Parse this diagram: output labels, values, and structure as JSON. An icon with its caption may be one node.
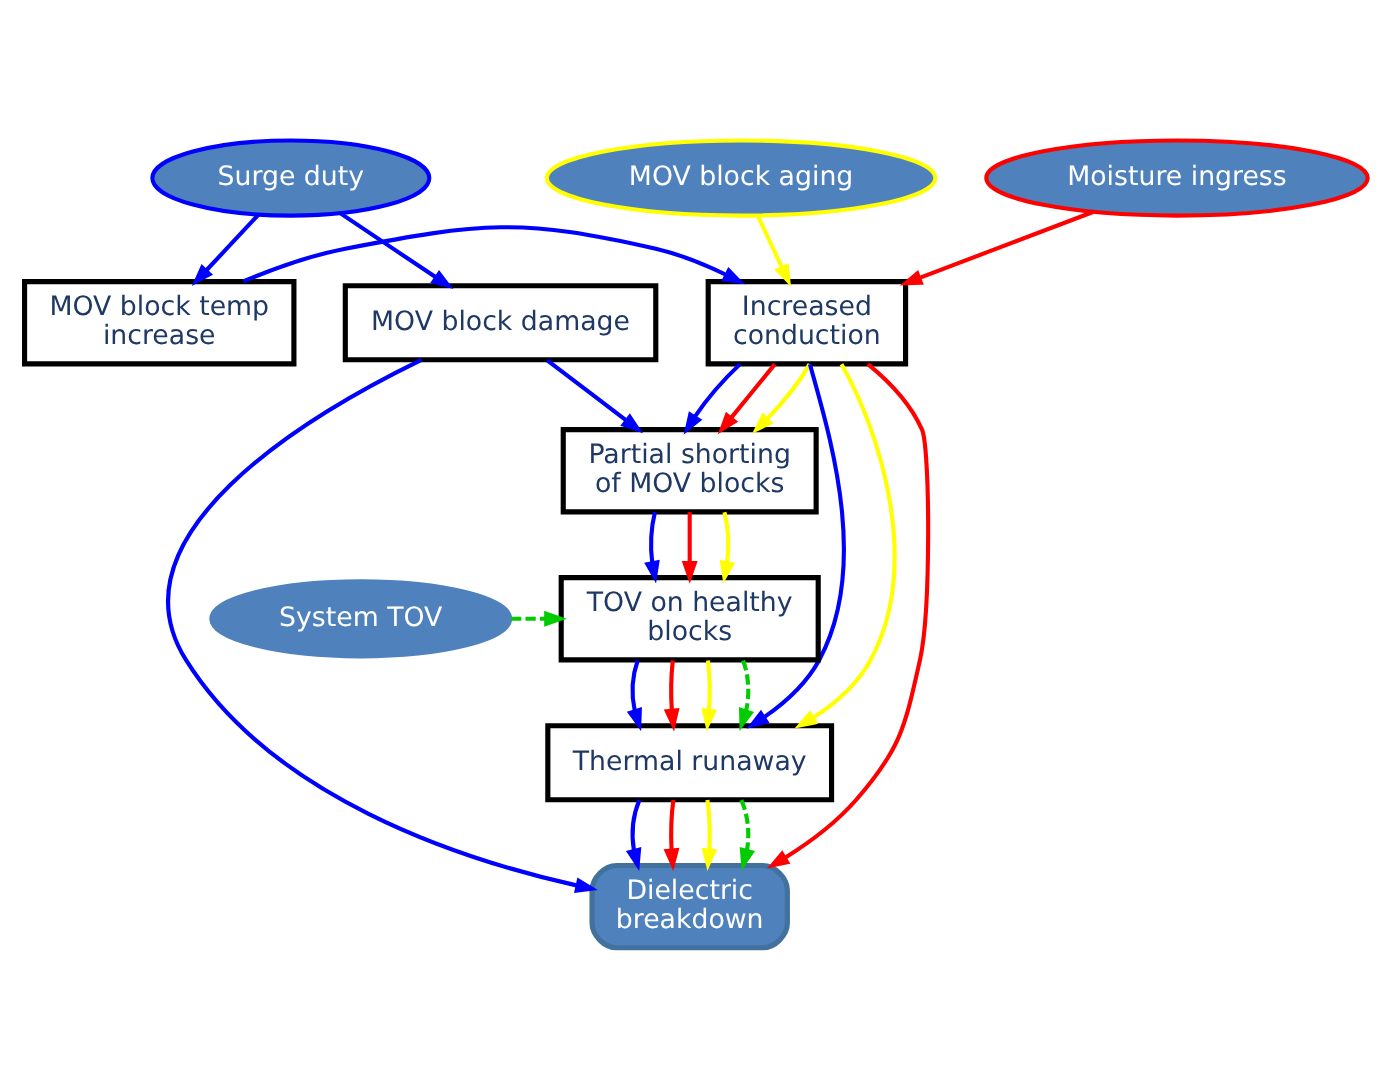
{
  "diagram": {
    "nodes": [
      {
        "text": [
          "Moisture ingress"
        ]
      },
      {
        "text": [
          "MOV block aging"
        ]
      },
      {
        "text": [
          "Surge duty"
        ]
      },
      {
        "text": [
          "Increased conduction"
        ]
      },
      {
        "text": [
          "MOV block temp increase"
        ]
      },
      {
        "text": [
          "MOV block damage"
        ]
      },
      {
        "text": [
          "Partial shorting of MOV blocks"
        ]
      },
      {
        "text": [
          "TOV on healthy blocks"
        ]
      },
      {
        "text": [
          "System TOV"
        ]
      },
      {
        "text": [
          "Thermal runaway"
        ]
      },
      {
        "text": [
          "Dielectric breakdown"
        ]
      }
    ],
    "edges": [
      {
        "from": 0,
        "to": 3,
        "arrow": "to",
        "color": "#ff0000"
      },
      {
        "from": 1,
        "to": 3,
        "arrow": "to",
        "color": "#ffff00"
      },
      {
        "from": 2,
        "to": 4,
        "arrow": "to"
      },
      {
        "from": 2,
        "to": 5,
        "arrow": "to"
      },
      {
        "from": 4,
        "to": 3,
        "arrow": "to"
      },
      {
        "from": 3,
        "to": 6,
        "arrow": "to"
      },
      {
        "from": 3,
        "to": 6,
        "arrow": "to",
        "color": "#ff0000"
      },
      {
        "from": 3,
        "to": 6,
        "arrow": "to",
        "color": "#ffff00"
      },
      {
        "from": 5,
        "to": 6,
        "arrow": "to"
      },
      {
        "from": 3,
        "to": 10,
        "arrow": "to",
        "color": "#ff0000"
      },
      {
        "from": 3,
        "to": 9,
        "arrow": "to"
      },
      {
        "from": 3,
        "to": 9,
        "arrow": "to",
        "color": "#ffff00"
      },
      {
        "from": 6,
        "to": 7,
        "arrow": "to"
      },
      {
        "from": 6,
        "to": 7,
        "arrow": "to",
        "color": "#ff0000"
      },
      {
        "from": 6,
        "to": 7,
        "arrow": "to",
        "color": "#ffff00"
      },
      {
        "from": 8,
        "to": 7,
        "arrow": "to",
        "style": "dashed",
        "color": "#00cc00"
      },
      {
        "from": 7,
        "to": 9,
        "arrow": "to"
      },
      {
        "from": 7,
        "to": 9,
        "arrow": "to",
        "color": "#ff0000"
      },
      {
        "from": 7,
        "to": 9,
        "arrow": "to",
        "color": "#ffff00"
      },
      {
        "from": 7,
        "to": 9,
        "arrow": "to",
        "style": "dashed",
        "color": "#00cc00"
      },
      {
        "from": 9,
        "to": 10,
        "arrow": "to"
      },
      {
        "from": 9,
        "to": 10,
        "arrow": "to",
        "color": "#ff0000"
      },
      {
        "from": 9,
        "to": 10,
        "arrow": "to",
        "color": "#ffff00"
      },
      {
        "from": 9,
        "to": 10,
        "arrow": "to",
        "style": "dashed",
        "color": "#00cc00"
      },
      {
        "from": 5,
        "to": 10,
        "arrow": "to"
      }
    ]
  }
}
